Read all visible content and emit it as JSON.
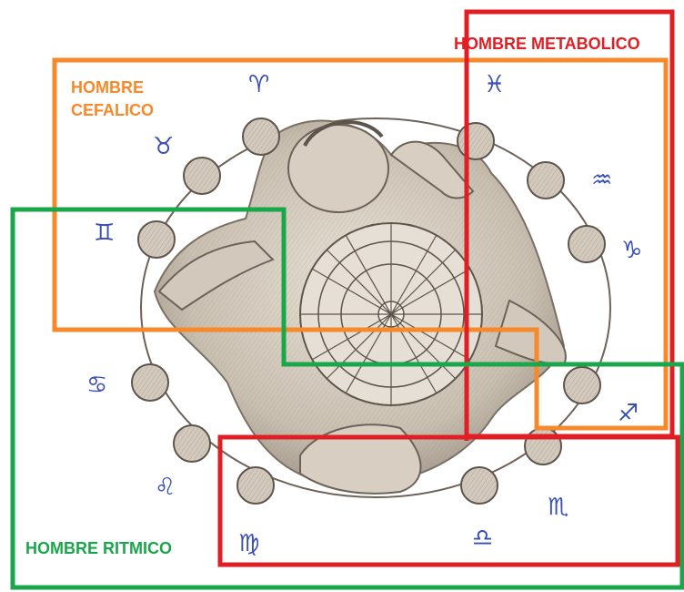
{
  "colors": {
    "cefalico": "#f7892a",
    "metabolico": "#e01f24",
    "ritmico": "#1aa64b",
    "zodiac_glyph": "#3a4fb5",
    "engraving": "#6d6258"
  },
  "labels": {
    "cefalico": "HOMBRE\nCEFALICO",
    "metabolico": "HOMBRE METABOLICO",
    "ritmico": "HOMBRE RITMICO"
  },
  "zodiac": {
    "aries": "♈",
    "taurus": "♉",
    "gemini": "♊",
    "cancer": "♋",
    "leo": "♌",
    "virgo": "♍",
    "libra": "♎",
    "scorpio": "♏",
    "sagittarius": "♐",
    "capricorn": "♑",
    "aquarius": "♒",
    "pisces": "♓"
  },
  "illustration": {
    "subject": "engraving-human-figure-zodiac"
  }
}
